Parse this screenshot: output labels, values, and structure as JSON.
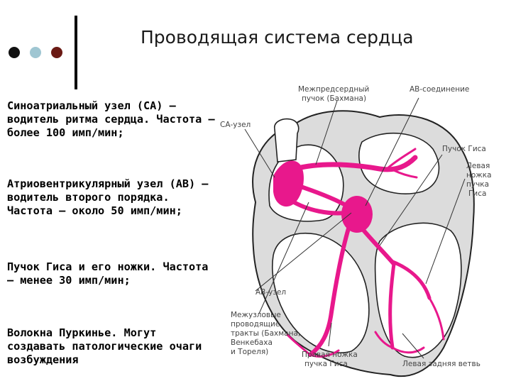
{
  "slide": {
    "title": "Проводящая система сердца",
    "colors": {
      "conduction": "#e8188c",
      "heart_fill": "#dcdcdc",
      "dot1": "#111111",
      "dot2": "#9fc6d2",
      "dot3": "#6b1a14"
    }
  },
  "bullets": [
    "Синоатриальный узел (СА) – водитель ритма сердца. Частота – более 100 имп/мин;",
    "Атриовентрикулярный узел (АВ) – водитель второго порядка. Частота – около 50 имп/мин;",
    "Пучок Гиса и его ножки. Частота – менее 30 имп/мин;",
    "Волокна Пуркинье. Могут создавать патологические очаги возбуждения"
  ],
  "diagram_labels": {
    "interatrial_1": "Межпредсердный",
    "interatrial_2": "пучок (Бахмана)",
    "av_junction": "АВ-соединение",
    "sa_node": "СА-узел",
    "his_bundle": "Пучок Гиса",
    "left_branch_1": "Левая",
    "left_branch_2": "ножка",
    "left_branch_3": "пучка",
    "left_branch_4": "Гиса",
    "av_node": "АВ-узел",
    "internodal_1": "Межузловые",
    "internodal_2": "проводящие",
    "internodal_3": "тракты (Бахмана,",
    "internodal_4": "Венкебаха",
    "internodal_5": "и Тореля)",
    "right_branch_1": "Правая ножка",
    "right_branch_2": "пучка Гиса",
    "left_posterior": "Левая задняя ветвь"
  }
}
